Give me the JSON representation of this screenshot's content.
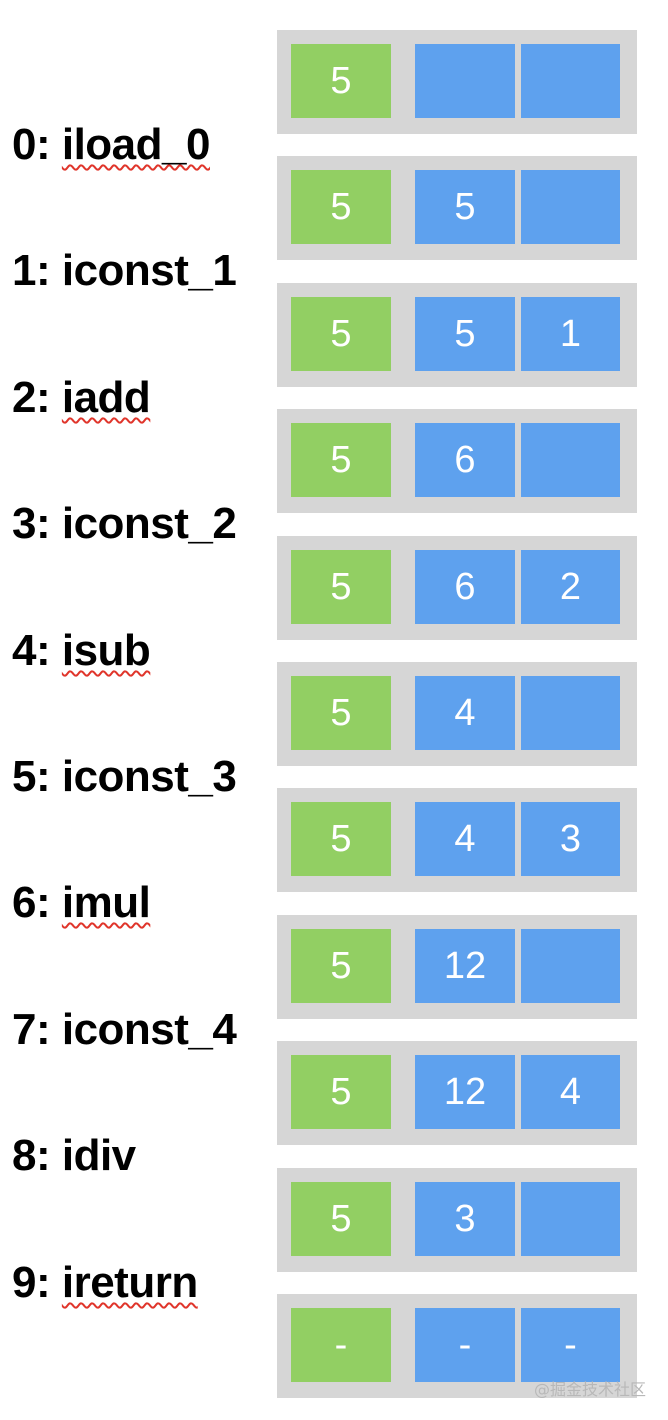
{
  "colors": {
    "local_slot": "#92cf63",
    "stack_slot": "#5ea1ee",
    "frame_bg": "#d6d6d6",
    "text": "#000000",
    "slot_text": "#ffffff",
    "spell_underline": "#e0352b"
  },
  "instructions": [
    {
      "index": "0:",
      "opcode": "iload_0",
      "spell_flag": true
    },
    {
      "index": "1:",
      "opcode": "iconst_1",
      "spell_flag": false
    },
    {
      "index": "2:",
      "opcode": "iadd",
      "spell_flag": true
    },
    {
      "index": "3:",
      "opcode": "iconst_2",
      "spell_flag": false
    },
    {
      "index": "4:",
      "opcode": "isub",
      "spell_flag": true
    },
    {
      "index": "5:",
      "opcode": "iconst_3",
      "spell_flag": false
    },
    {
      "index": "6:",
      "opcode": "imul",
      "spell_flag": true
    },
    {
      "index": "7:",
      "opcode": "iconst_4",
      "spell_flag": false
    },
    {
      "index": "8:",
      "opcode": "idiv",
      "spell_flag": false
    },
    {
      "index": "9:",
      "opcode": "ireturn",
      "spell_flag": true
    }
  ],
  "frames": [
    {
      "local": "5",
      "stack": [
        "",
        ""
      ]
    },
    {
      "local": "5",
      "stack": [
        "5",
        ""
      ]
    },
    {
      "local": "5",
      "stack": [
        "5",
        "1"
      ]
    },
    {
      "local": "5",
      "stack": [
        "6",
        ""
      ]
    },
    {
      "local": "5",
      "stack": [
        "6",
        "2"
      ]
    },
    {
      "local": "5",
      "stack": [
        "4",
        ""
      ]
    },
    {
      "local": "5",
      "stack": [
        "4",
        "3"
      ]
    },
    {
      "local": "5",
      "stack": [
        "12",
        ""
      ]
    },
    {
      "local": "5",
      "stack": [
        "12",
        "4"
      ]
    },
    {
      "local": "5",
      "stack": [
        "3",
        ""
      ]
    },
    {
      "local": "-",
      "stack": [
        "-",
        "-"
      ]
    }
  ],
  "watermark": "@掘金技术社区"
}
